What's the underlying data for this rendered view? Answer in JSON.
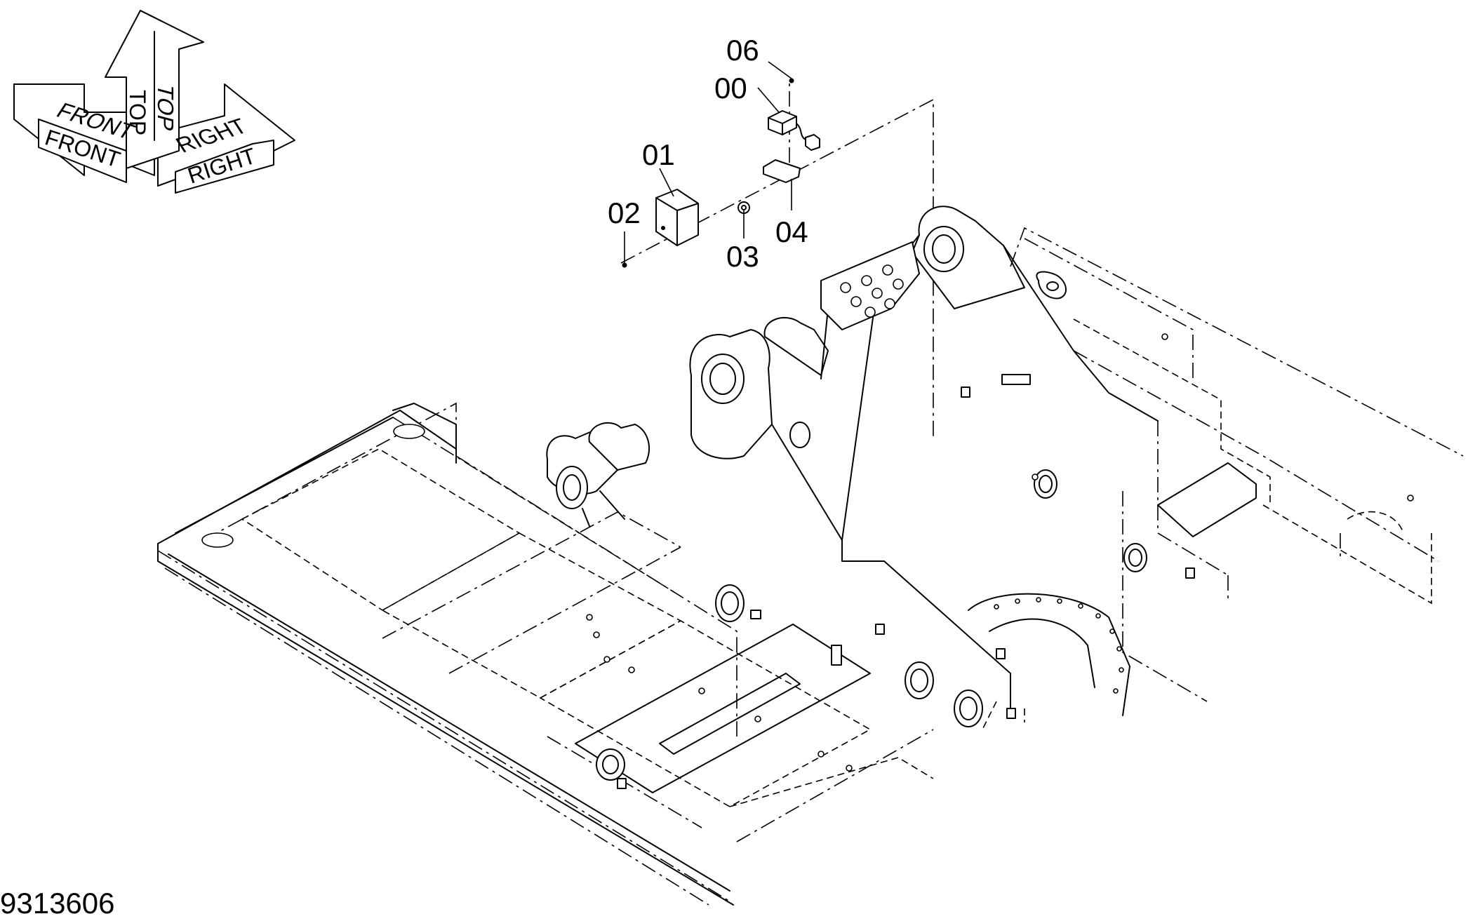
{
  "orientation": {
    "front": "FRONT",
    "front_shadow": "FRONT",
    "top": "TOP",
    "top_shadow": "TOP",
    "right": "RIGHT",
    "right_shadow": "RIGHT"
  },
  "callouts": {
    "c00": "00",
    "c01": "01",
    "c02": "02",
    "c03": "03",
    "c04": "04",
    "c06": "06"
  },
  "drawing_code": "9313606"
}
